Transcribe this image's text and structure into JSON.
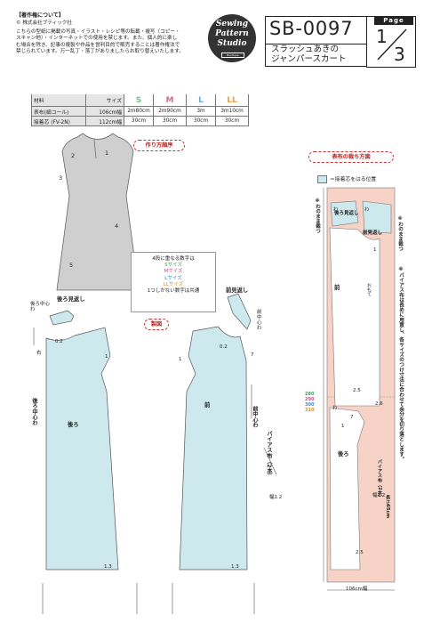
{
  "copyright": {
    "title": "【著作権について】",
    "publisher": "© 株式会社ブティック社",
    "lines": [
      "こちらの型紙に掲載の写真・イラスト・レシピ等の転載・複写（コピー・",
      "スキャン他）・インターネットでの使用を禁じます。また、個人的に楽し",
      "む場合を除き、記事の複製や作品を営利目的で販売することは著作権法で",
      "禁じられています。万一乱丁・落丁がありましたらお取り替えいたします。"
    ]
  },
  "logo": {
    "line1": "Sewing",
    "line2": "Pattern",
    "line3": "Studio",
    "sub": "Boutique"
  },
  "pattern": {
    "code": "SB-0097",
    "title_line1": "スラッシュあきの",
    "title_line2": "ジャンパースカート"
  },
  "page": {
    "tag": "Page",
    "current": "1",
    "total": "3"
  },
  "materials": {
    "header": "材料",
    "size_header": "サイズ",
    "sizes": [
      {
        "label": "S",
        "color": "#7cc08c"
      },
      {
        "label": "M",
        "color": "#d46a9a"
      },
      {
        "label": "L",
        "color": "#6aaad4"
      },
      {
        "label": "LL",
        "color": "#e6a04e"
      }
    ],
    "rows": [
      {
        "name": "表布(細コール)",
        "width": "106cm幅",
        "values": [
          "2m80cm",
          "2m90cm",
          "3m",
          "3m10cm"
        ]
      },
      {
        "name": "接着芯 (FV-2N)",
        "width": "112cm幅",
        "values": [
          "30cm",
          "30cm",
          "30cm",
          "30cm"
        ]
      }
    ]
  },
  "steps": {
    "title": "作り方順序",
    "numbers": [
      "1",
      "2",
      "3",
      "4",
      "5"
    ]
  },
  "size_legend": {
    "title": "4段に重なる数字は",
    "lines": [
      {
        "text": "Sサイズ",
        "color": "#3aa35a"
      },
      {
        "text": "Mサイズ",
        "color": "#d04a8a"
      },
      {
        "text": "Lサイズ",
        "color": "#3a8ad0"
      },
      {
        "text": "LLサイズ",
        "color": "#e08a2a"
      }
    ],
    "note": "1つしかない数字は共通"
  },
  "seisu": {
    "title": "製図"
  },
  "draft": {
    "back_facing": "後ろ見返し",
    "front_facing": "前見返し",
    "back_center": "後ろ中心わ",
    "front_center": "前中心わ",
    "back_label": "後ろ",
    "front_label": "前",
    "back_center2": "後ろ中心わ",
    "front_center2": "前中心わ",
    "bias": "バイアス布（2本）",
    "bias_w": "幅1.2",
    "mark_02": "0.2",
    "mark_1": "1",
    "mark_7": "7",
    "mark_13": "1.3",
    "mark_seven": "7",
    "mark_hem": "右"
  },
  "layout": {
    "title": "表布の裁ち方図",
    "legend": "＝接着芯をはる位置",
    "length_labels": [
      {
        "text": "280",
        "color": "#3aa35a"
      },
      {
        "text": "290",
        "color": "#d04a8a"
      },
      {
        "text": "300",
        "color": "#3a8ad0"
      },
      {
        "text": "310",
        "color": "#e08a2a"
      }
    ],
    "width_label": "106cm幅",
    "fold_label": "※わのまま裁つ",
    "fold_note": "※わのまま裁つ",
    "bias_note": "※バイアス布は長めに用意し、各サイズのつけ寸法に合わせて余分を切り落とします。",
    "back_facing": "後ろ見返し",
    "front_facing": "前見返し",
    "front": "前",
    "back": "後ろ",
    "bias": "バイアス布（2本）",
    "bias_w": "幅1.2",
    "bias_len": "長さ65cm",
    "wa": "わ",
    "n25": "2.5",
    "n26": "2.6",
    "n1": "1",
    "n7": "7",
    "other": "おもて"
  }
}
